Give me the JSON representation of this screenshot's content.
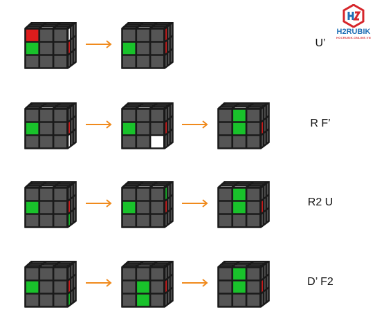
{
  "colors": {
    "sticker_gray": "#555555",
    "border": "#1a1a1a",
    "white": "#ffffff",
    "green": "#19c22b",
    "red": "#dd1c1c",
    "arrow": "#f08a1c",
    "logo_red": "#d6262b",
    "logo_blue": "#1f6fb5"
  },
  "logo": {
    "icon_name": "h2rubik-logo-icon",
    "brand": "H2RUBIK",
    "tagline": "HOCRUBIK.ONLINE.VN"
  },
  "steps": [
    {
      "move": "U’",
      "cubes": [
        {
          "top": [
            0,
            0,
            0,
            0,
            0,
            0,
            0,
            "W",
            0
          ],
          "front": [
            "R",
            0,
            0,
            "G",
            0,
            0,
            0,
            0,
            0
          ],
          "right": [
            "W",
            0,
            0,
            "R",
            0,
            0,
            0,
            0,
            0
          ]
        },
        {
          "top": [
            0,
            0,
            0,
            0,
            0,
            0,
            0,
            "W",
            0
          ],
          "front": [
            0,
            0,
            0,
            "G",
            0,
            0,
            0,
            0,
            0
          ],
          "right": [
            "R",
            0,
            0,
            "R",
            0,
            0,
            0,
            0,
            0
          ]
        }
      ]
    },
    {
      "move": "R F’",
      "cubes": [
        {
          "top": [
            0,
            0,
            0,
            0,
            0,
            0,
            0,
            "W",
            0
          ],
          "front": [
            0,
            0,
            0,
            "G",
            0,
            0,
            0,
            0,
            0
          ],
          "right": [
            0,
            0,
            0,
            "R",
            0,
            0,
            "W",
            0,
            0
          ]
        },
        {
          "top": [
            0,
            0,
            0,
            0,
            0,
            0,
            0,
            "W",
            0
          ],
          "front": [
            0,
            0,
            0,
            "G",
            0,
            0,
            0,
            0,
            "W"
          ],
          "right": [
            0,
            0,
            0,
            "R",
            0,
            0,
            0,
            0,
            0
          ]
        },
        {
          "top": [
            0,
            0,
            0,
            0,
            0,
            0,
            0,
            "W",
            0
          ],
          "front": [
            0,
            "G",
            0,
            0,
            "G",
            0,
            0,
            0,
            0
          ],
          "right": [
            0,
            0,
            0,
            "R",
            0,
            0,
            0,
            0,
            0
          ]
        }
      ]
    },
    {
      "move": "R2 U",
      "cubes": [
        {
          "top": [
            0,
            0,
            0,
            0,
            0,
            0,
            0,
            "W",
            0
          ],
          "front": [
            0,
            0,
            0,
            "G",
            0,
            0,
            0,
            0,
            0
          ],
          "right": [
            0,
            0,
            0,
            "R",
            0,
            0,
            "G",
            0,
            0
          ]
        },
        {
          "top": [
            0,
            0,
            0,
            0,
            0,
            0,
            0,
            "W",
            "W"
          ],
          "front": [
            0,
            0,
            0,
            "G",
            0,
            0,
            0,
            0,
            0
          ],
          "right": [
            "G",
            0,
            0,
            "R",
            0,
            0,
            0,
            0,
            0
          ]
        },
        {
          "top": [
            0,
            0,
            0,
            0,
            0,
            0,
            "W",
            "W",
            0
          ],
          "front": [
            0,
            "G",
            0,
            0,
            "G",
            0,
            0,
            0,
            0
          ],
          "right": [
            0,
            0,
            0,
            "R",
            0,
            0,
            0,
            0,
            0
          ]
        }
      ]
    },
    {
      "move": "D’ F2",
      "cubes": [
        {
          "top": [
            0,
            0,
            0,
            0,
            0,
            0,
            0,
            "W",
            0
          ],
          "front": [
            0,
            0,
            0,
            "G",
            0,
            0,
            0,
            0,
            0
          ],
          "right": [
            0,
            0,
            0,
            "R",
            0,
            0,
            "G",
            0,
            0
          ]
        },
        {
          "top": [
            0,
            0,
            0,
            0,
            0,
            0,
            0,
            "W",
            0
          ],
          "front": [
            0,
            0,
            0,
            0,
            "G",
            0,
            0,
            "G",
            0
          ],
          "right": [
            0,
            0,
            0,
            "R",
            0,
            0,
            0,
            0,
            0
          ]
        },
        {
          "top": [
            0,
            0,
            0,
            0,
            0,
            0,
            0,
            "W",
            0
          ],
          "front": [
            0,
            "G",
            0,
            0,
            "G",
            0,
            0,
            0,
            0
          ],
          "right": [
            0,
            0,
            0,
            "R",
            0,
            0,
            0,
            0,
            0
          ]
        }
      ]
    }
  ]
}
